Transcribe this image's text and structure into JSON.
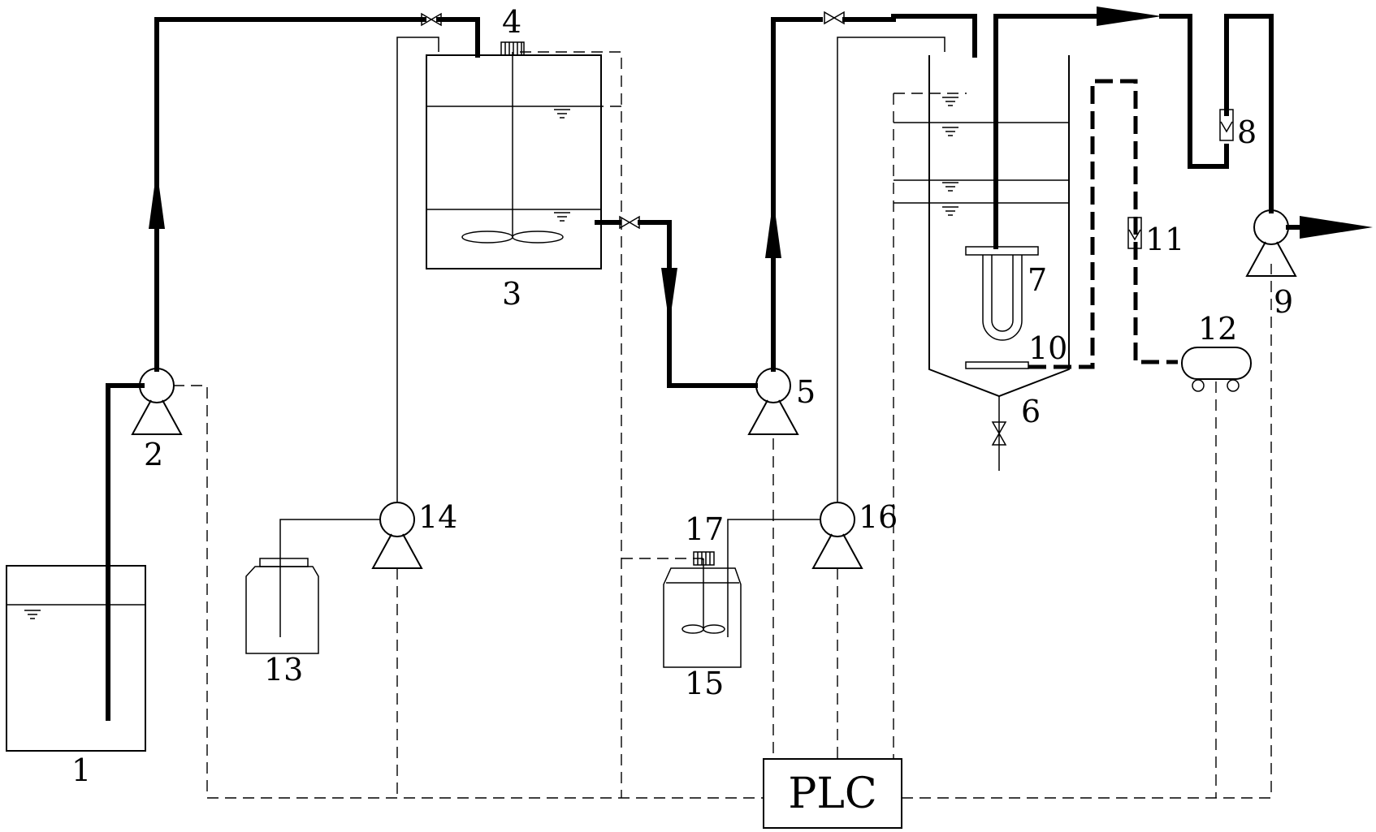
{
  "labels": {
    "n1": "1",
    "n2": "2",
    "n3": "3",
    "n4": "4",
    "n5": "5",
    "n6": "6",
    "n7": "7",
    "n8": "8",
    "n9": "9",
    "n10": "10",
    "n11": "11",
    "n12": "12",
    "n13": "13",
    "n14": "14",
    "n15": "15",
    "n16": "16",
    "n17": "17",
    "plc": "PLC"
  }
}
